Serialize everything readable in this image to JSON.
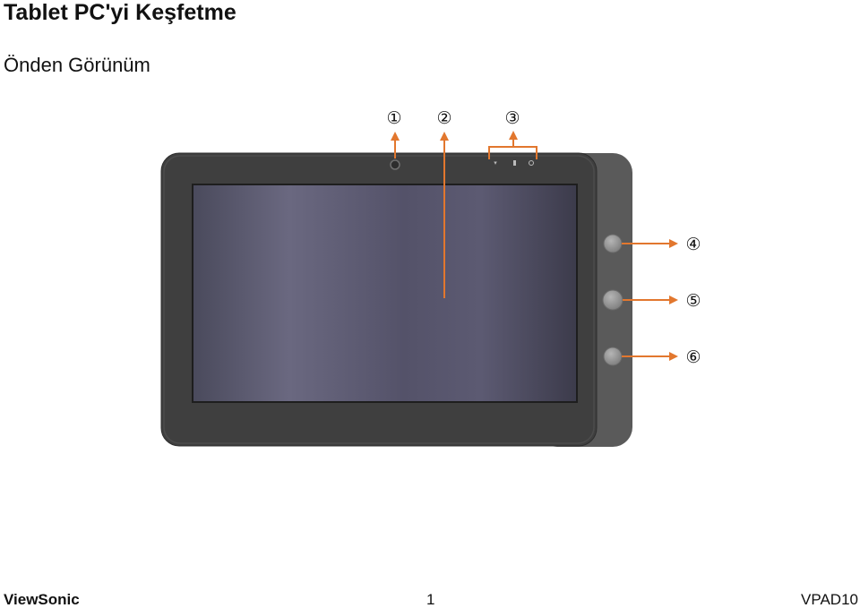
{
  "document": {
    "title": "Tablet PC'yi Keşfetme",
    "section": "Önden Görünüm"
  },
  "figure": {
    "callouts": [
      "①",
      "②",
      "③",
      "④",
      "⑤",
      "⑥"
    ],
    "accent_color": "#e2772e",
    "device_color": "#3f3f3f",
    "screen_color": "#5b5a6c"
  },
  "footer": {
    "brand": "ViewSonic",
    "page": "1",
    "model": "VPAD10"
  }
}
